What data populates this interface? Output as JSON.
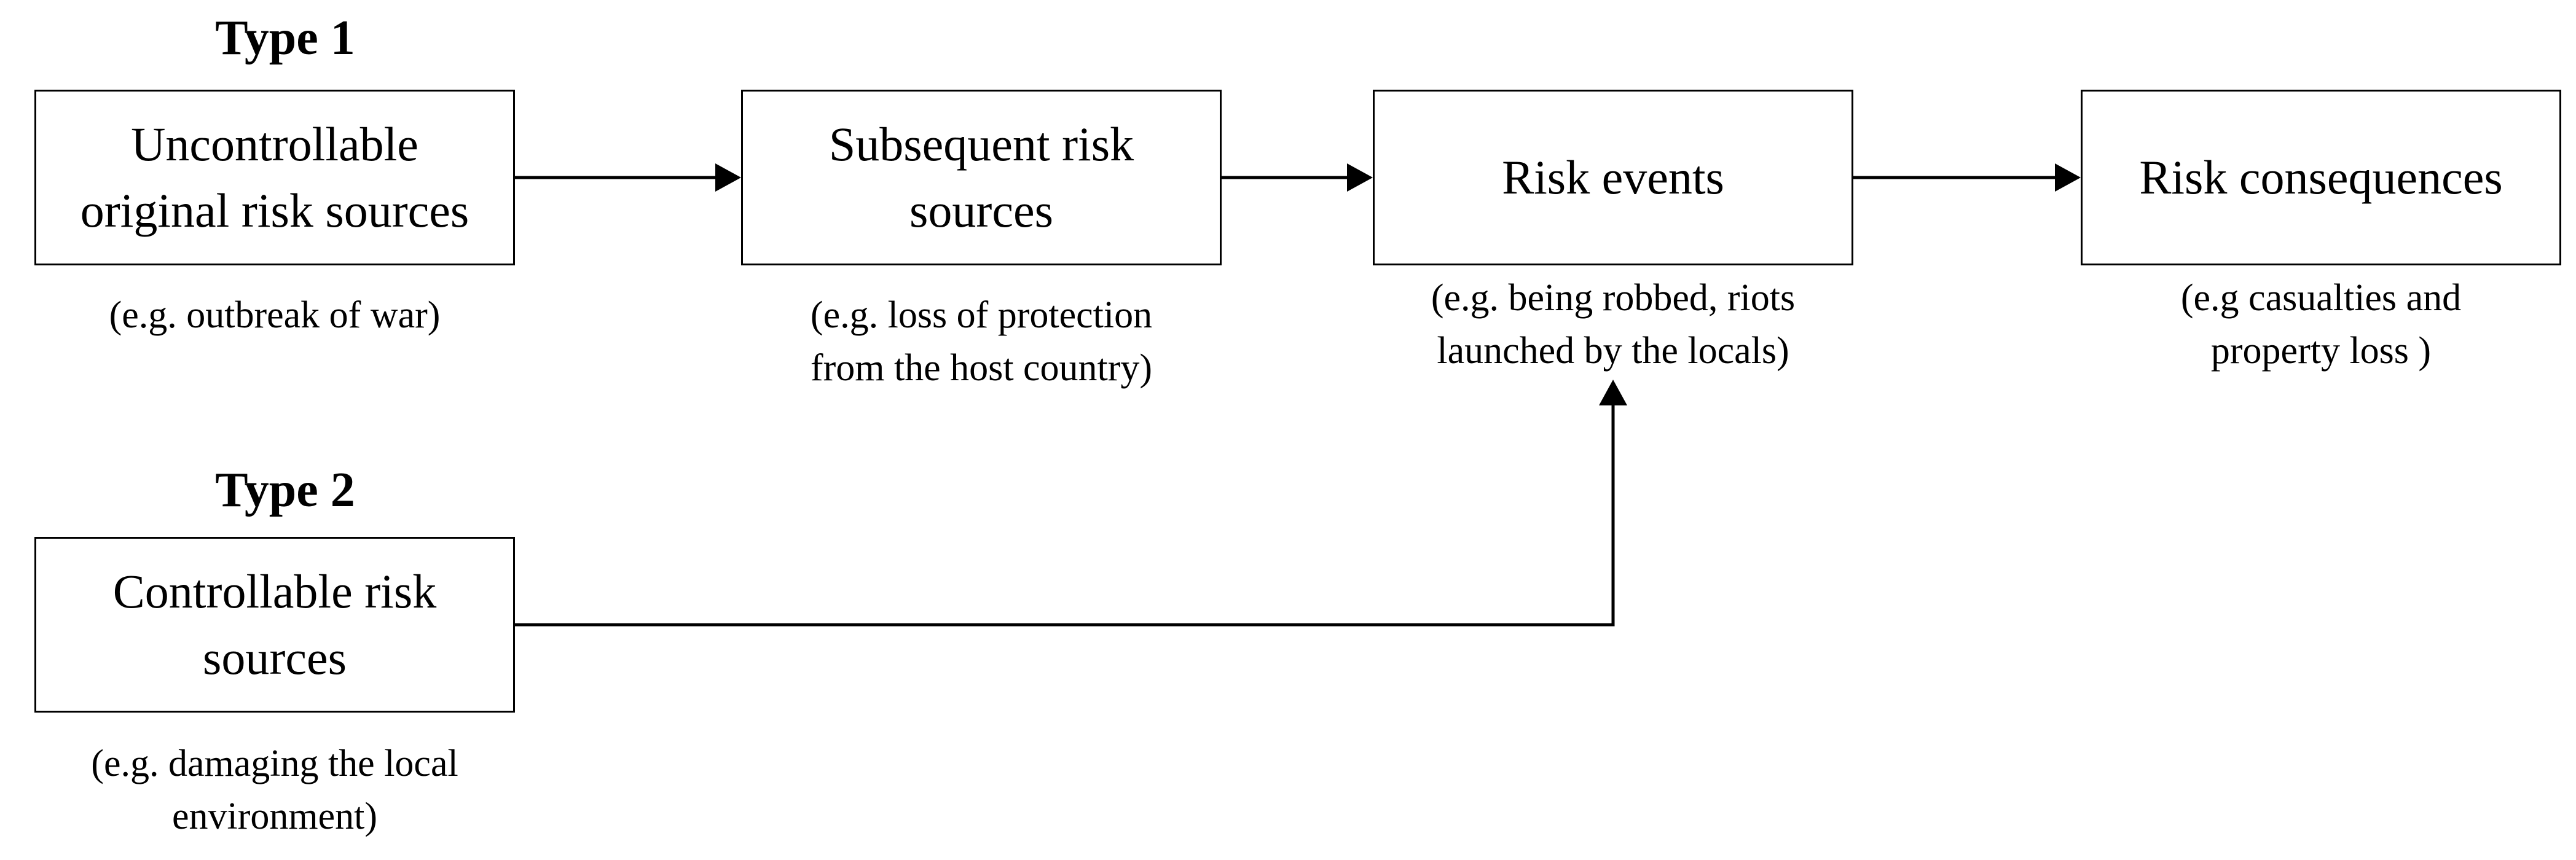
{
  "type1": {
    "label": "Type 1"
  },
  "type2": {
    "label": "Type 2"
  },
  "nodes": {
    "uncontrollable": {
      "label": "Uncontrollable\noriginal risk sources",
      "example": "(e.g. outbreak of war)"
    },
    "subsequent": {
      "label": "Subsequent risk\nsources",
      "example": "(e.g. loss of protection\nfrom the host country)"
    },
    "events": {
      "label": "Risk events",
      "example": "(e.g. being robbed, riots\nlaunched by the locals)"
    },
    "consequences": {
      "label": "Risk consequences",
      "example": "(e.g casualties and\nproperty loss )"
    },
    "controllable": {
      "label": "Controllable risk\nsources",
      "example": "(e.g. damaging the local\nenvironment)"
    }
  },
  "edges": [
    {
      "from": "uncontrollable",
      "to": "subsequent"
    },
    {
      "from": "subsequent",
      "to": "events"
    },
    {
      "from": "events",
      "to": "consequences"
    },
    {
      "from": "controllable",
      "to": "events"
    }
  ]
}
